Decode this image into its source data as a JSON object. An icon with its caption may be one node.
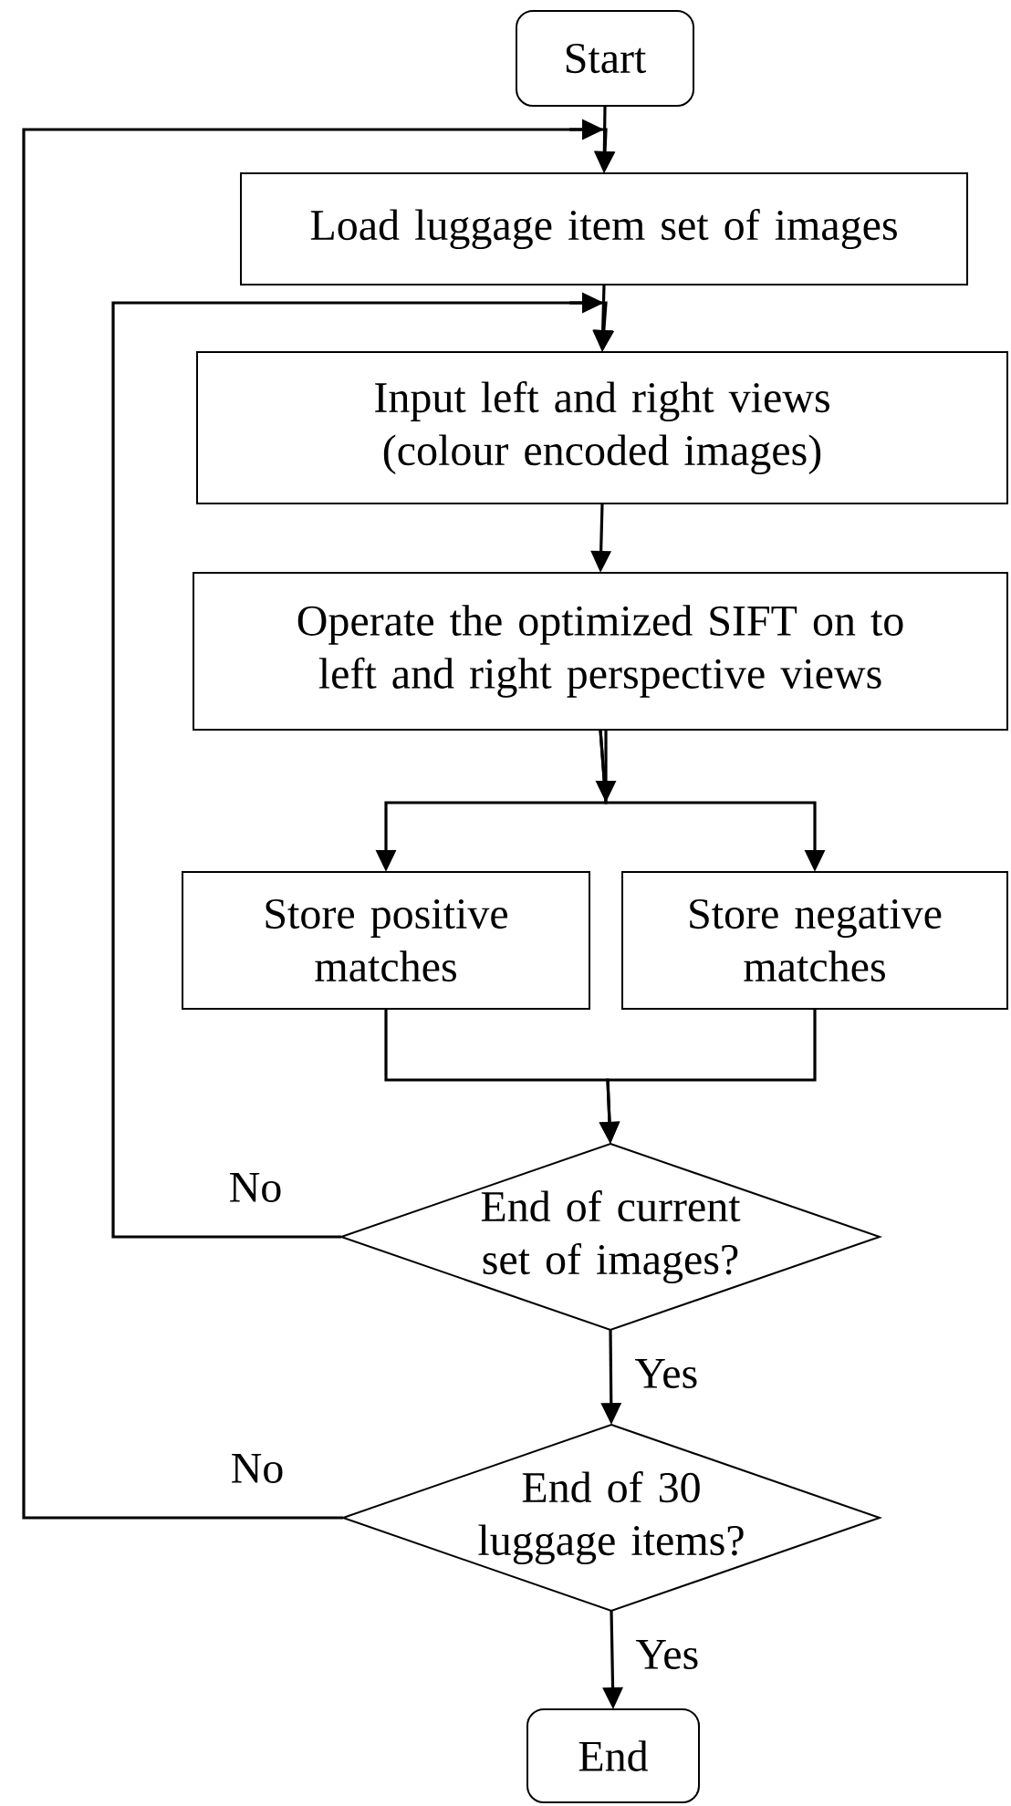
{
  "diagram": {
    "nodes": [
      {
        "text": [
          "Start"
        ]
      },
      {
        "text": [
          "Load luggage item set of images"
        ]
      },
      {
        "text": [
          "Input left and right views (colour encoded images)"
        ]
      },
      {
        "text": [
          "Operate the optimized SIFT on to left and right perspective views"
        ]
      },
      {
        "text": [
          "Store positive matches"
        ]
      },
      {
        "text": [
          "Store negative matches"
        ]
      },
      {
        "text": [
          "End of current set of images?"
        ]
      },
      {
        "text": [
          "End of 30 luggage items?"
        ]
      },
      {
        "text": [
          "End"
        ]
      }
    ],
    "edges": [
      {
        "from": 0,
        "to": 1,
        "arrow": "to"
      },
      {
        "from": 1,
        "to": 2,
        "arrow": "to"
      },
      {
        "from": 2,
        "to": 3,
        "arrow": "to"
      },
      {
        "from": 3,
        "to": 4,
        "arrow": "to"
      },
      {
        "from": 3,
        "to": 5,
        "arrow": "to"
      },
      {
        "from": 4,
        "to": 6,
        "arrow": "to"
      },
      {
        "from": 5,
        "to": 6,
        "arrow": "to"
      },
      {
        "from": 6,
        "to": 7,
        "arrow": "to",
        "label": "Yes"
      },
      {
        "from": 7,
        "to": 8,
        "arrow": "to",
        "label": "Yes"
      },
      {
        "from": 6,
        "to": 2,
        "arrow": "to",
        "label": "No"
      },
      {
        "from": 7,
        "to": 1,
        "arrow": "to",
        "label": "No"
      }
    ]
  }
}
